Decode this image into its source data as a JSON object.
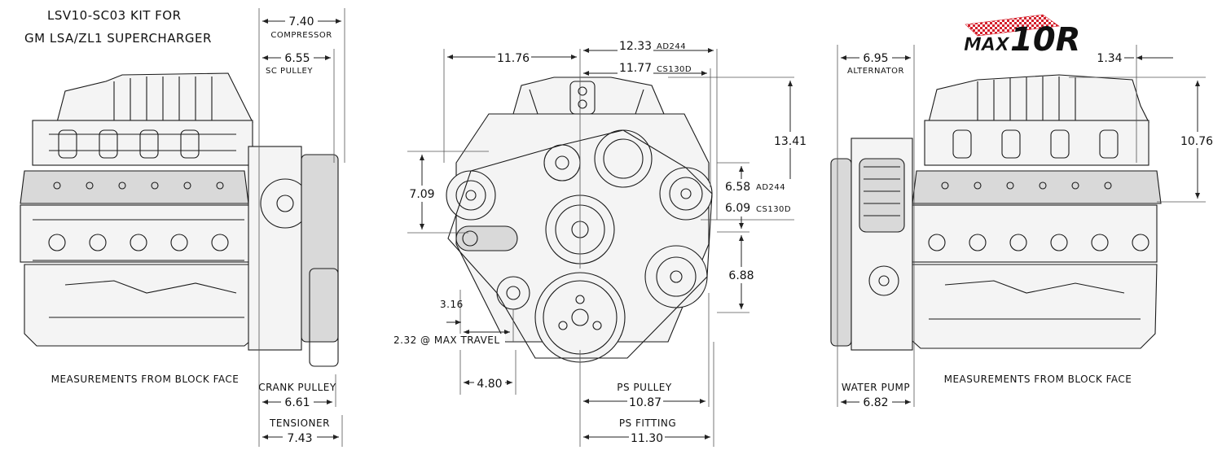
{
  "title": {
    "line1": "LSV10-SC03 KIT FOR",
    "line2": "GM LSA/ZL1 SUPERCHARGER"
  },
  "logo": {
    "prefix": "MAX",
    "suffix": "10R",
    "accent_color": "#d4202c"
  },
  "left_view": {
    "compressor_value": "7.40",
    "compressor_label": "COMPRESSOR",
    "sc_pulley_value": "6.55",
    "sc_pulley_label": "SC PULLEY",
    "note": "MEASUREMENTS FROM BLOCK FACE",
    "crank_pulley_label": "CRANK PULLEY",
    "crank_pulley_value": "6.61",
    "tensioner_label": "TENSIONER",
    "tensioner_value": "7.43"
  },
  "front_view": {
    "width_left": "11.76",
    "width_ad244": "12.33",
    "ad244_tag": "AD244",
    "width_cs130d": "11.77",
    "cs130d_tag": "CS130D",
    "height_total": "13.41",
    "height_left": "7.09",
    "alt_ad244": "6.58",
    "alt_ad244_tag": "AD244",
    "alt_cs130d": "6.09",
    "alt_cs130d_tag": "CS130D",
    "lower_right": "6.88",
    "tensioner_offset": "3.16",
    "max_travel": "2.32 @ MAX TRAVEL",
    "bottom_left": "4.80",
    "ps_pulley_label": "PS PULLEY",
    "ps_pulley_value": "10.87",
    "ps_fitting_label": "PS FITTING",
    "ps_fitting_value": "11.30"
  },
  "right_view": {
    "alternator_value": "6.95",
    "alternator_label": "ALTERNATOR",
    "top_right": "1.34",
    "height_right": "10.76",
    "note": "MEASUREMENTS FROM BLOCK FACE",
    "water_pump_label": "WATER PUMP",
    "water_pump_value": "6.82"
  }
}
